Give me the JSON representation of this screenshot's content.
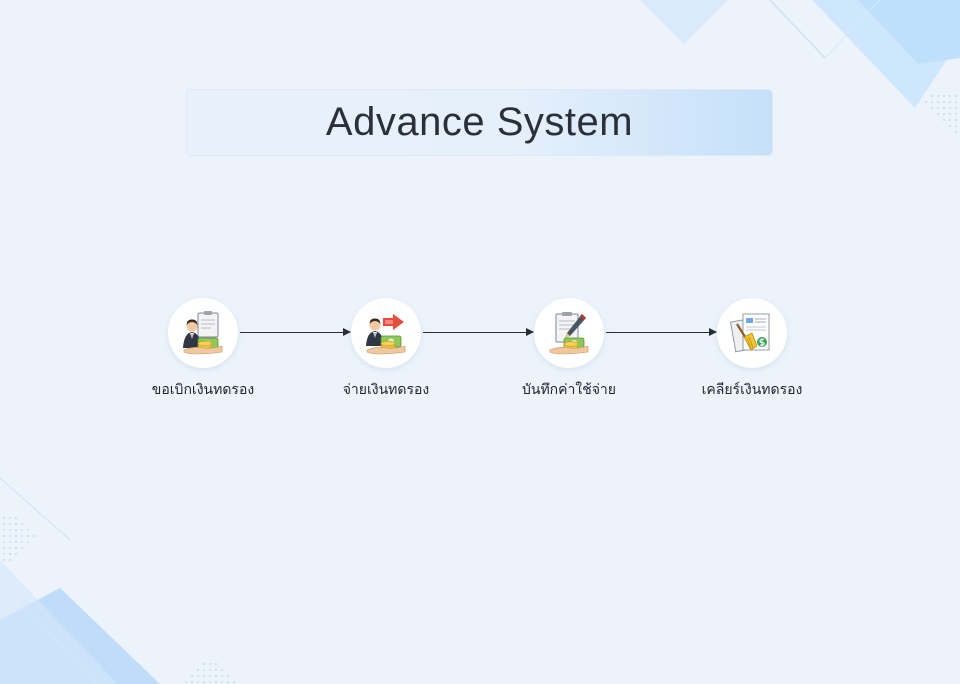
{
  "title": "Advance System",
  "colors": {
    "background": "#ecf3fb",
    "accent": "#bfe2fb",
    "arrow": "#2a2d35"
  },
  "steps": [
    {
      "label": "ขอเบิกเงินทดรอง",
      "icon": "request-advance-icon"
    },
    {
      "label": "จ่ายเงินทดรอง",
      "icon": "pay-advance-icon"
    },
    {
      "label": "บันทึกค่าใช้จ่าย",
      "icon": "record-expense-icon"
    },
    {
      "label": "เคลียร์เงินทดรอง",
      "icon": "clear-advance-icon"
    }
  ]
}
